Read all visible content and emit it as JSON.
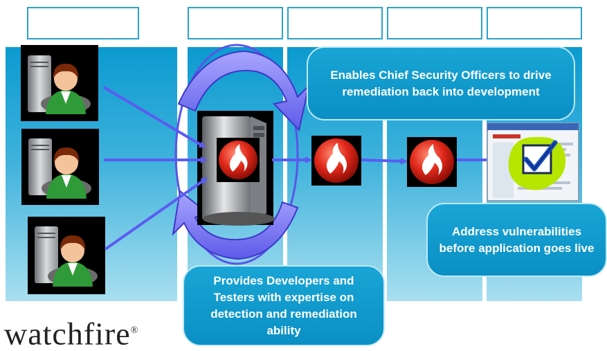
{
  "callouts": {
    "top": "Enables Chief Security Officers to drive remediation back into development",
    "right": "Address vulnerabilities before application goes live",
    "bottom": "Provides Developers and Testers with expertise on detection and remediation ability"
  },
  "logo": {
    "text": "watchfire",
    "mark": "®"
  },
  "icons": {
    "user": "user-workstation-icon",
    "server": "server-icon",
    "scanner": "watchfire-flame-icon",
    "report": "report-check-icon"
  },
  "colors": {
    "column": "#1aa0d3",
    "arrow": "#5a5cf0",
    "callout": "#0f97cb",
    "flame": "#e0281a"
  }
}
